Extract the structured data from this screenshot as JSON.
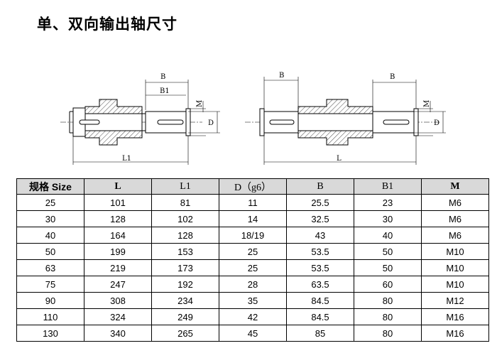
{
  "page": {
    "title": "单、双向输出轴尺寸"
  },
  "drawing_labels": {
    "left": {
      "B": "B",
      "B1": "B1",
      "M": "M",
      "D": "D",
      "L1": "L1"
    },
    "right": {
      "B_left": "B",
      "B_right": "B",
      "M": "M",
      "D": "D",
      "L": "L"
    }
  },
  "table": {
    "headers": [
      "规格 Size",
      "L",
      "L1",
      "D（g6）",
      "B",
      "B1",
      "M"
    ],
    "rows": [
      [
        "25",
        "101",
        "81",
        "11",
        "25.5",
        "23",
        "M6"
      ],
      [
        "30",
        "128",
        "102",
        "14",
        "32.5",
        "30",
        "M6"
      ],
      [
        "40",
        "164",
        "128",
        "18/19",
        "43",
        "40",
        "M6"
      ],
      [
        "50",
        "199",
        "153",
        "25",
        "53.5",
        "50",
        "M10"
      ],
      [
        "63",
        "219",
        "173",
        "25",
        "53.5",
        "50",
        "M10"
      ],
      [
        "75",
        "247",
        "192",
        "28",
        "63.5",
        "60",
        "M10"
      ],
      [
        "90",
        "308",
        "234",
        "35",
        "84.5",
        "80",
        "M12"
      ],
      [
        "110",
        "324",
        "249",
        "42",
        "84.5",
        "80",
        "M16"
      ],
      [
        "130",
        "340",
        "265",
        "45",
        "85",
        "80",
        "M16"
      ]
    ]
  }
}
